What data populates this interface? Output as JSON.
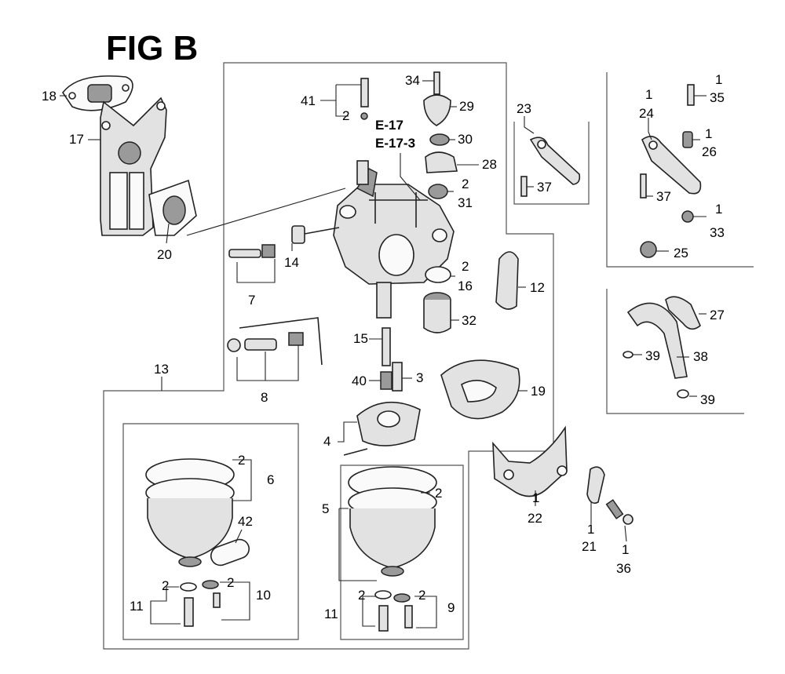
{
  "figure": {
    "title": "FIG B",
    "cross_refs": [
      "E-17",
      "E-17-3"
    ]
  },
  "callouts": [
    {
      "ref": "18"
    },
    {
      "ref": "17"
    },
    {
      "ref": "20"
    },
    {
      "ref": "41",
      "qty": "2"
    },
    {
      "ref": "34"
    },
    {
      "ref": "29"
    },
    {
      "ref": "30"
    },
    {
      "ref": "28"
    },
    {
      "ref": "31",
      "qty": "2"
    },
    {
      "ref": "14"
    },
    {
      "ref": "7"
    },
    {
      "ref": "8"
    },
    {
      "ref": "16",
      "qty": "2"
    },
    {
      "ref": "32"
    },
    {
      "ref": "12"
    },
    {
      "ref": "23"
    },
    {
      "ref": "37"
    },
    {
      "ref": "24",
      "qty": "1"
    },
    {
      "ref": "35",
      "qty": "1"
    },
    {
      "ref": "26",
      "qty": "1"
    },
    {
      "ref": "37"
    },
    {
      "ref": "33",
      "qty": "1"
    },
    {
      "ref": "25"
    },
    {
      "ref": "27"
    },
    {
      "ref": "38"
    },
    {
      "ref": "39"
    },
    {
      "ref": "39"
    },
    {
      "ref": "13"
    },
    {
      "ref": "15"
    },
    {
      "ref": "40"
    },
    {
      "ref": "3"
    },
    {
      "ref": "19"
    },
    {
      "ref": "4"
    },
    {
      "ref": "6",
      "qty": "2"
    },
    {
      "ref": "42"
    },
    {
      "ref": "10",
      "qty": "2"
    },
    {
      "ref": "11",
      "qty": "2"
    },
    {
      "ref": "5",
      "qty": "2"
    },
    {
      "ref": "9",
      "qty": "2"
    },
    {
      "ref": "11",
      "qty": "2"
    },
    {
      "ref": "22",
      "qty": "1"
    },
    {
      "ref": "21",
      "qty": "1"
    },
    {
      "ref": "36",
      "qty": "1"
    }
  ]
}
